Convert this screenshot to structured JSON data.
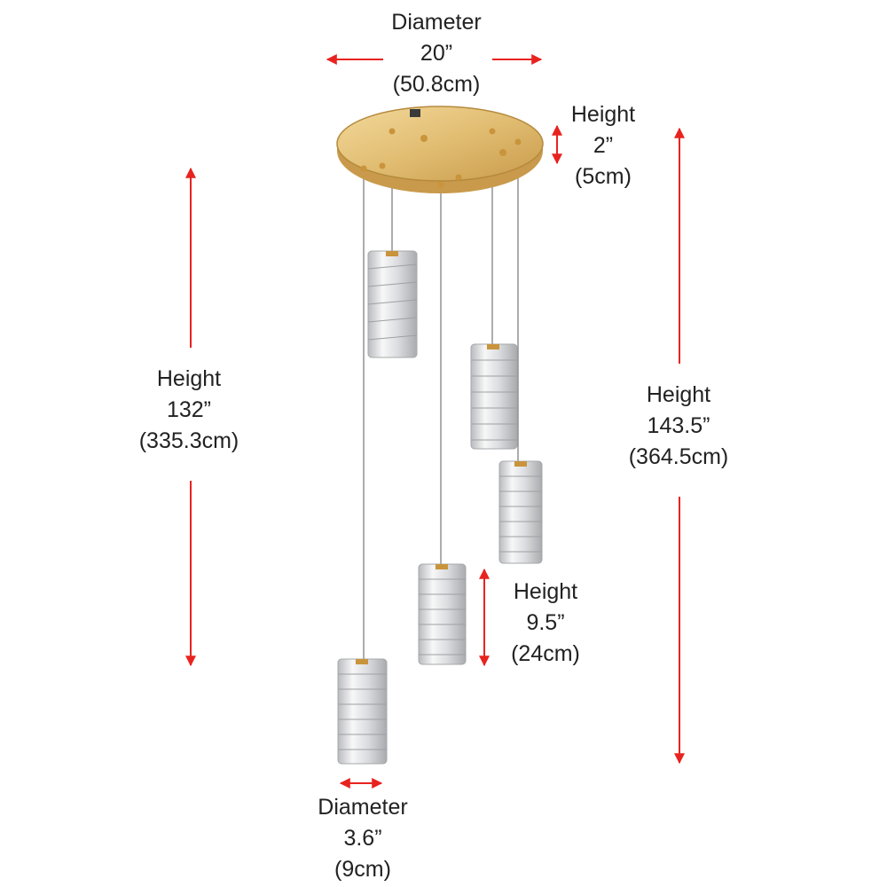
{
  "dimensions": {
    "canopy_diameter": {
      "title": "Diameter",
      "imperial": "20”",
      "metric": "(50.8cm)"
    },
    "canopy_height": {
      "title": "Height",
      "imperial": "2”",
      "metric": "(5cm)"
    },
    "drop_height": {
      "title": "Height",
      "imperial": "132”",
      "metric": "(335.3cm)"
    },
    "overall_height": {
      "title": "Height",
      "imperial": "143.5”",
      "metric": "(364.5cm)"
    },
    "pendant_height": {
      "title": "Height",
      "imperial": "9.5”",
      "metric": "(24cm)"
    },
    "pendant_diameter": {
      "title": "Diameter",
      "imperial": "3.6”",
      "metric": "(9cm)"
    }
  },
  "colors": {
    "arrow": "#e8231f",
    "brass": "#d9b46a",
    "brass_dark": "#b58a3c",
    "crystal": "#e9eaec",
    "crystal_shadow": "#a6a8ab",
    "cable": "#8a8a8a",
    "text": "#222222"
  },
  "product": {
    "pendant_count": 5
  }
}
